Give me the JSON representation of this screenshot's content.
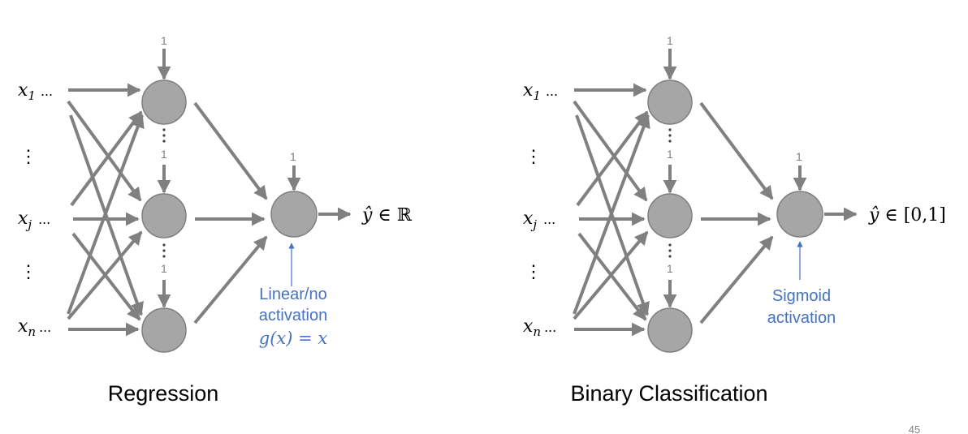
{
  "slide_number": "45",
  "colors": {
    "edge": "#808080",
    "node_fill": "#a6a6a6",
    "node_stroke": "#7f7f7f",
    "annotation": "#4472c4",
    "text": "#000000"
  },
  "bias_label": "1",
  "panels": [
    {
      "id": "regression",
      "title": "Regression",
      "inputs": [
        {
          "var": "x",
          "sub": "1",
          "dots": "..."
        },
        {
          "var": "x",
          "sub": "j",
          "dots": "..."
        },
        {
          "var": "x",
          "sub": "n",
          "dots": "..."
        }
      ],
      "vdots": "⋮",
      "output_label": {
        "hat": "ŷ",
        "rest": " ∈ ℝ"
      },
      "annotation_lines": [
        "Linear/no",
        "activation"
      ],
      "annotation_math": "g(x) = x"
    },
    {
      "id": "binary",
      "title": "Binary Classification",
      "inputs": [
        {
          "var": "x",
          "sub": "1",
          "dots": "..."
        },
        {
          "var": "x",
          "sub": "j",
          "dots": "..."
        },
        {
          "var": "x",
          "sub": "n",
          "dots": "..."
        }
      ],
      "vdots": "⋮",
      "output_label": {
        "hat": "ŷ",
        "rest": " ∈ [0,1]"
      },
      "annotation_lines": [
        "Sigmoid",
        "activation"
      ],
      "annotation_math": ""
    }
  ]
}
